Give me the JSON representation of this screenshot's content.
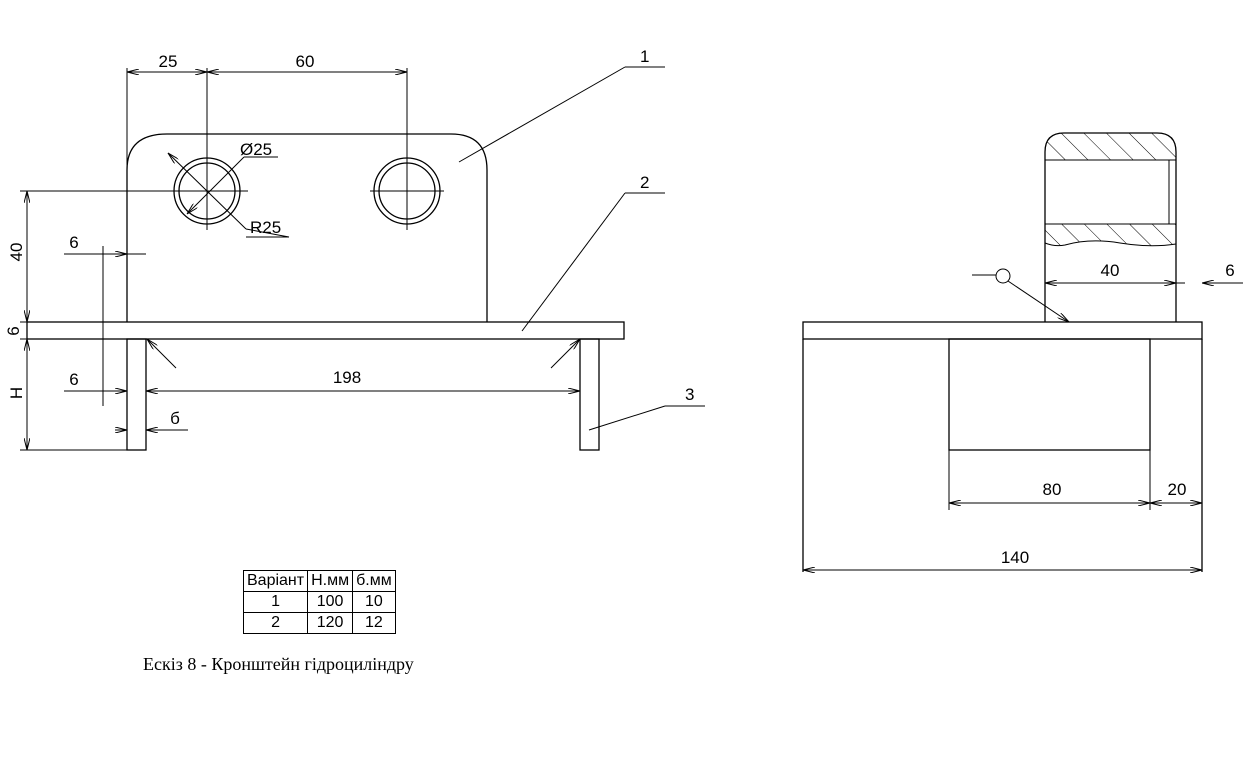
{
  "front_view": {
    "dims": {
      "d25": "25",
      "d60": "60",
      "d40": "40",
      "d6_left_top": "6",
      "d6_plate": "6",
      "dH": "H",
      "d6_left_bottom": "6",
      "d198": "198",
      "d_delta": "б",
      "diameter": "Ø25",
      "radius": "R25"
    },
    "callouts": [
      "1",
      "2",
      "3"
    ]
  },
  "side_view": {
    "dims": {
      "d40": "40",
      "d6": "6",
      "d80": "80",
      "d20": "20",
      "d140": "140"
    }
  },
  "table": {
    "headers": [
      "Варіант",
      "Н.мм",
      "б.мм"
    ],
    "rows": [
      [
        "1",
        "100",
        "10"
      ],
      [
        "2",
        "120",
        "12"
      ]
    ]
  },
  "caption": "Ескіз 8 - Кронштейн гідроциліндру"
}
